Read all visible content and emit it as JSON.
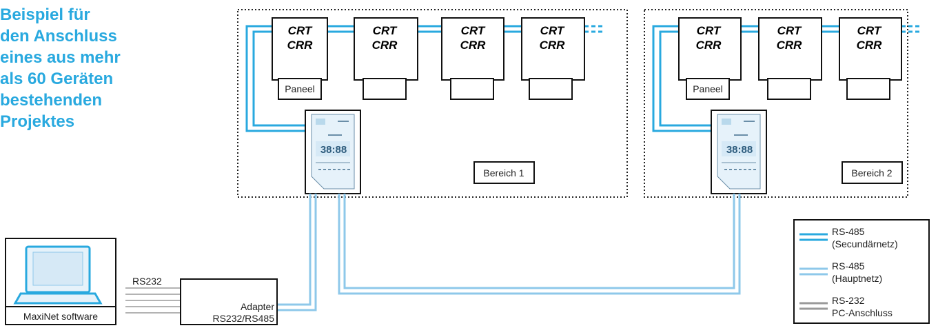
{
  "heading": {
    "lines": [
      "Beispiel für",
      "den Anschluss",
      "eines aus mehr",
      "als 60 Geräten",
      "bestehenden",
      "Projektes"
    ]
  },
  "zones": [
    {
      "name": "Bereich 1",
      "units": [
        {
          "line1": "CRT",
          "line2": "CRR",
          "panel": "Paneel"
        },
        {
          "line1": "CRT",
          "line2": "CRR",
          "panel": ""
        },
        {
          "line1": "CRT",
          "line2": "CRR",
          "panel": ""
        },
        {
          "line1": "CRT",
          "line2": "CRR",
          "panel": ""
        }
      ],
      "controller_display": "38:88"
    },
    {
      "name": "Bereich 2",
      "units": [
        {
          "line1": "CRT",
          "line2": "CRR",
          "panel": "Paneel"
        },
        {
          "line1": "CRT",
          "line2": "CRR",
          "panel": ""
        },
        {
          "line1": "CRT",
          "line2": "CRR",
          "panel": ""
        }
      ],
      "controller_display": "38:88"
    }
  ],
  "pc": {
    "label": "MaxiNet software"
  },
  "link_label": "RS232",
  "adapter": {
    "line1": "Adapter",
    "line2": "RS232/RS485"
  },
  "legend": [
    {
      "line1": "RS-485",
      "line2": "(Secundärnetz)",
      "style": "secondary"
    },
    {
      "line1": "RS-485",
      "line2": "(Hauptnetz)",
      "style": "main"
    },
    {
      "line1": "RS-232",
      "line2": "PC-Anschluss",
      "style": "pc"
    }
  ],
  "colors": {
    "heading": "#29a9df",
    "secondary_network": "#29a9df",
    "main_network": "#8ec8ea",
    "pc_link": "#9a9a9a",
    "box_border": "#111111"
  }
}
